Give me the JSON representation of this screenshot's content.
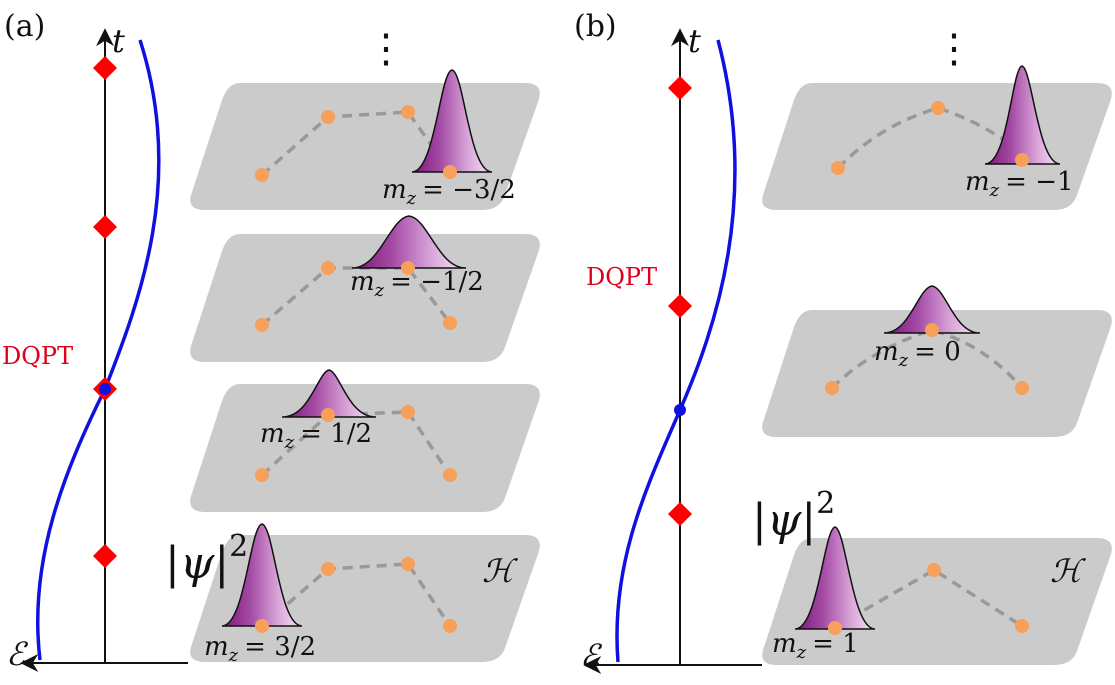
{
  "panels": [
    {
      "id": "a",
      "label": "(a)",
      "time_label": "t",
      "energy_label": "ℰ",
      "dqpt_label": "DQPT",
      "ellipsis": "⋮",
      "psi_label": "|ψ|",
      "psi_exponent": "2",
      "hilbert_label": "ℋ",
      "planes": [
        {
          "mz_label": "m",
          "mz_sub": "z",
          "mz_value": "= −3/2"
        },
        {
          "mz_label": "m",
          "mz_sub": "z",
          "mz_value": "= −1/2"
        },
        {
          "mz_label": "m",
          "mz_sub": "z",
          "mz_value": "= 1/2"
        },
        {
          "mz_label": "m",
          "mz_sub": "z",
          "mz_value": "= 3/2"
        }
      ]
    },
    {
      "id": "b",
      "label": "(b)",
      "time_label": "t",
      "energy_label": "ℰ",
      "dqpt_label": "DQPT",
      "ellipsis": "⋮",
      "psi_label": "|ψ|",
      "psi_exponent": "2",
      "hilbert_label": "ℋ",
      "planes": [
        {
          "mz_label": "m",
          "mz_sub": "z",
          "mz_value": "= −1"
        },
        {
          "mz_label": "m",
          "mz_sub": "z",
          "mz_value": "= 0"
        },
        {
          "mz_label": "m",
          "mz_sub": "z",
          "mz_value": "= 1"
        }
      ]
    }
  ],
  "colors": {
    "plane": "#cbcbcb",
    "energy_curve": "#1010e0",
    "diamond": "#ff0000",
    "crossing_dot": "#1010e0",
    "site": "#f7a05a",
    "bond": "#999999",
    "wavepacket_dark": "#8a1d86",
    "wavepacket_light": "#f0d8f0",
    "dqpt_text": "#e0001b"
  }
}
